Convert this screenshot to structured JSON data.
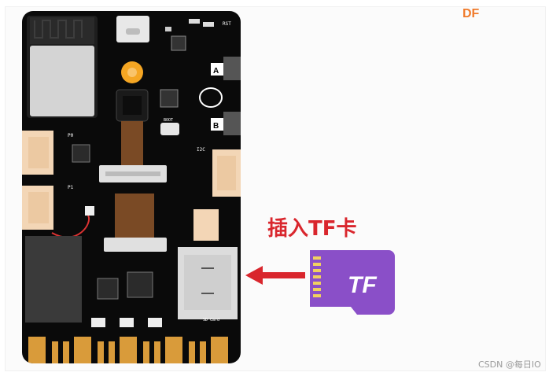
{
  "brand": {
    "logo_text": "DF",
    "color": "#f07a2a"
  },
  "board": {
    "labels": {
      "rst": "RST",
      "button_a": "A",
      "button_b": "B",
      "boot": "BOOT",
      "p0": "P0",
      "p1": "P1",
      "i2c": "I2C",
      "sd_card": "SD Card"
    }
  },
  "instruction": {
    "text": "插入TF卡",
    "color": "#d9262d"
  },
  "tf_card": {
    "text": "TF",
    "color": "#8a4fc8"
  },
  "watermark": {
    "text": "CSDN @每日IO"
  }
}
